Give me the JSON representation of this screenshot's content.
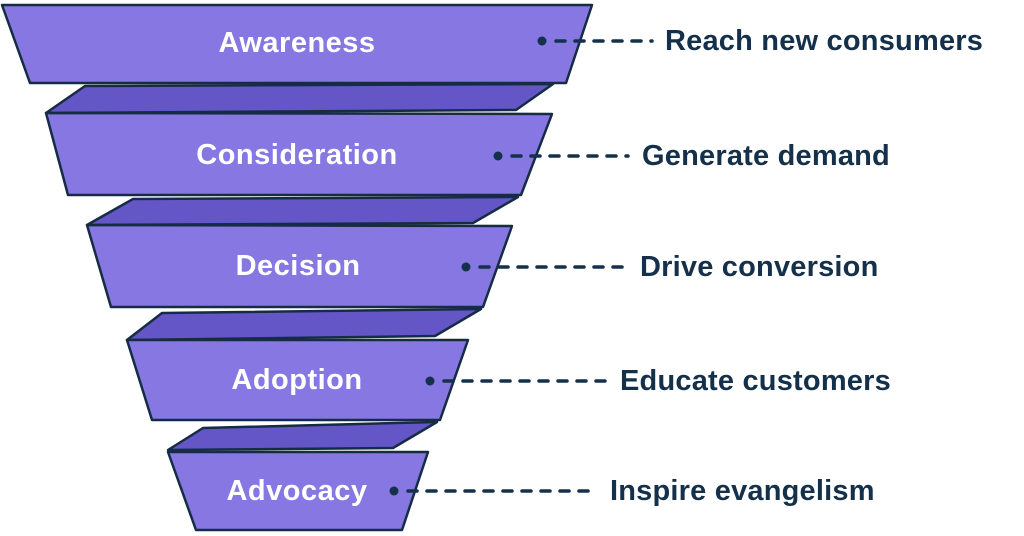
{
  "diagram": {
    "type": "funnel",
    "background": "#ffffff",
    "palette": {
      "face": "#8677E2",
      "fold": "#6556C8",
      "outline": "#152C44",
      "stage_text": "#ffffff",
      "outcome_text": "#14304A"
    },
    "stages": [
      {
        "name": "Awareness",
        "outcome": "Reach new consumers"
      },
      {
        "name": "Consideration",
        "outcome": "Generate demand"
      },
      {
        "name": "Decision",
        "outcome": "Drive conversion"
      },
      {
        "name": "Adoption",
        "outcome": "Educate customers"
      },
      {
        "name": "Advocacy",
        "outcome": "Inspire evangelism"
      }
    ]
  }
}
